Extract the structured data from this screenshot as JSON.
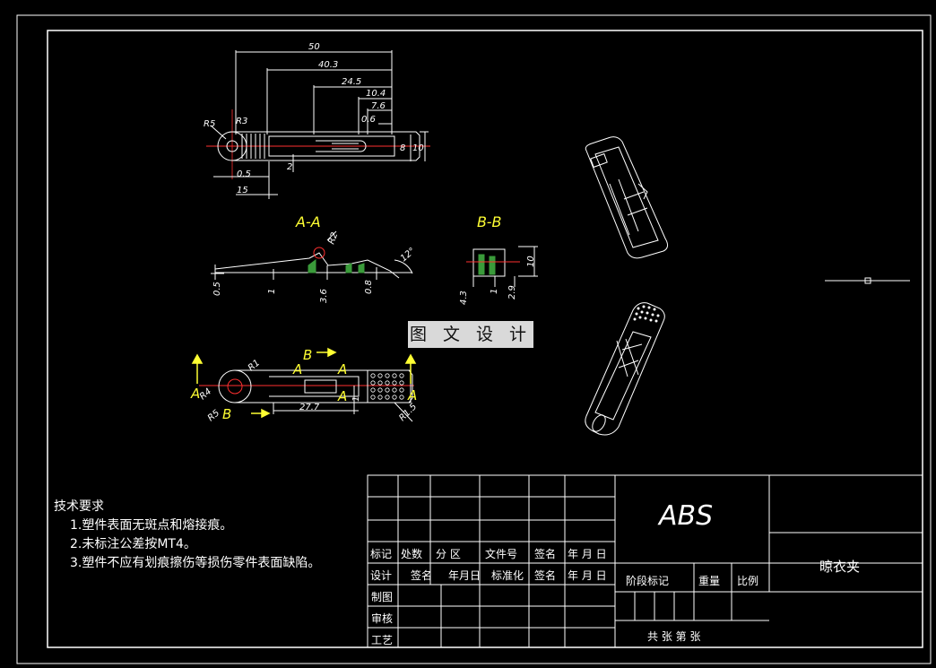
{
  "drawing": {
    "dimensions": [
      "50",
      "40.3",
      "24.5",
      "10.4",
      "7.6",
      "0.6",
      "R5",
      "R3",
      "0.5",
      "15",
      "2",
      "8",
      "10"
    ],
    "section_aa": {
      "label": "A-A",
      "dims": [
        "R2",
        "12°",
        "0.5",
        "1",
        "3.6",
        "0.8"
      ]
    },
    "section_bb": {
      "label": "B-B",
      "dims": [
        "10",
        "4.3",
        "1",
        "2.9"
      ]
    },
    "front_view": {
      "dims": [
        "R1",
        "R4",
        "R5",
        "27.7",
        "1",
        "R1.5"
      ],
      "section_letters": [
        "A",
        "A",
        "A",
        "A",
        "A",
        "B",
        "B"
      ]
    }
  },
  "watermark": "图 文 设 计",
  "notes": {
    "heading": "技术要求",
    "items": [
      "1.塑件表面无斑点和熔接痕。",
      "2.未标注公差按MT4。",
      "3.塑件不应有划痕擦伤等损伤零件表面缺陷。"
    ]
  },
  "title_block": {
    "material": "ABS",
    "part_name": "晾衣夹",
    "row_labels_1": [
      "标记",
      "处数",
      "分  区",
      "文件号",
      "签名",
      "年 月 日"
    ],
    "row_labels_2": [
      "设计",
      "签名",
      "年月日",
      "标准化",
      "签名",
      "年 月 日"
    ],
    "left_rows": [
      "制图",
      "审核",
      "工艺"
    ],
    "stage_mark": "阶段标记",
    "weight": "重量",
    "scale": "比例",
    "sheet_info": "共    张  第  张"
  }
}
